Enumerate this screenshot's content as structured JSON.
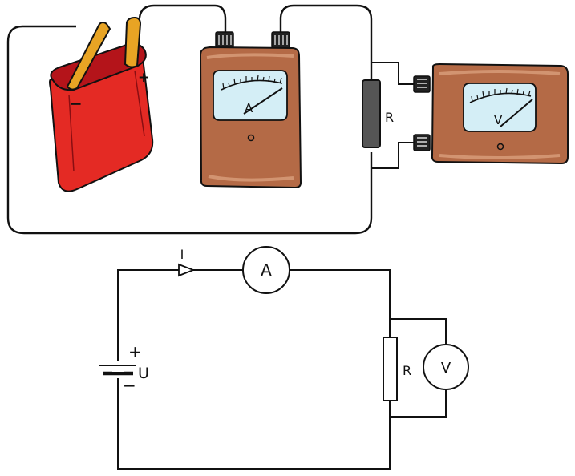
{
  "illustration": {
    "battery": {
      "plus_label": "+",
      "minus_label": "−"
    },
    "ammeter": {
      "label": "A"
    },
    "resistor": {
      "label": "R"
    },
    "voltmeter": {
      "label": "V"
    }
  },
  "schematic": {
    "current_label": "I",
    "ammeter_label": "A",
    "voltmeter_label": "V",
    "resistor_label": "R",
    "voltage_label": "U",
    "battery_plus": "+",
    "battery_minus": "−"
  },
  "colors": {
    "battery_body": "#e42a24",
    "battery_top": "#b4141a",
    "battery_terminal": "#e8a424",
    "meter_case": "#b46a46",
    "meter_face": "#d4eef6",
    "resistor_fill": "#555555",
    "terminal": "#222222"
  }
}
